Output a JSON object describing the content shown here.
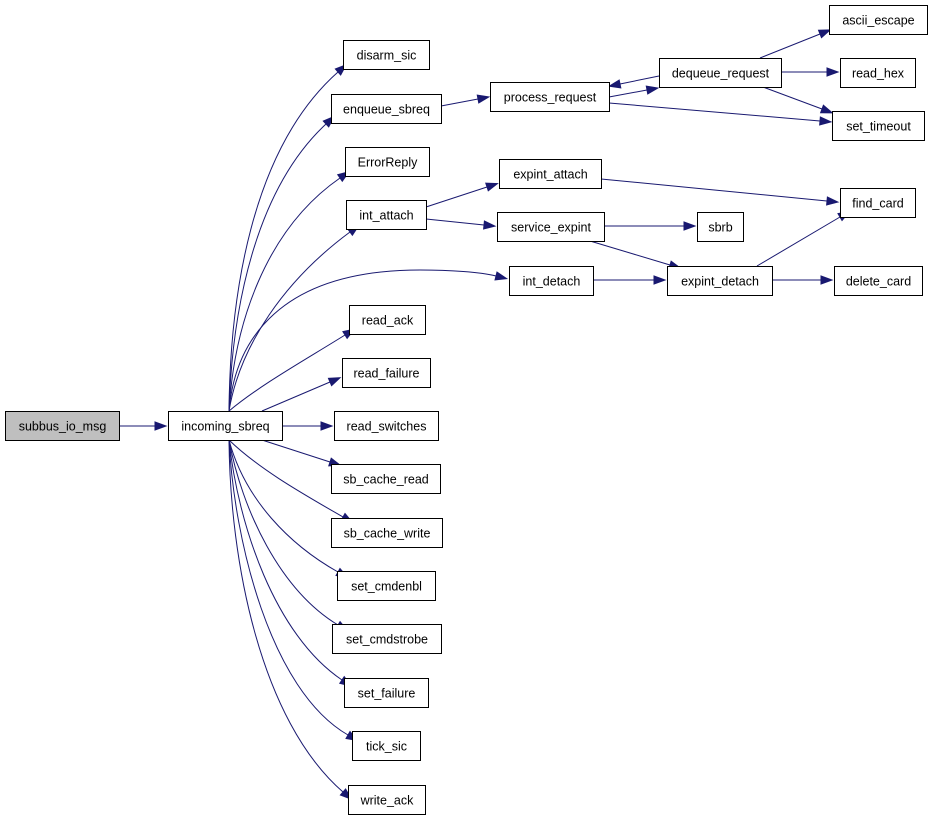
{
  "colors": {
    "edge": "#191970",
    "node_border": "#000000",
    "node_fill": "#ffffff",
    "root_fill": "#bfbfbf",
    "background": "#ffffff"
  },
  "nodes": [
    {
      "id": "subbus_io_msg",
      "label": "subbus_io_msg",
      "root": true
    },
    {
      "id": "incoming_sbreq",
      "label": "incoming_sbreq"
    },
    {
      "id": "disarm_sic",
      "label": "disarm_sic"
    },
    {
      "id": "enqueue_sbreq",
      "label": "enqueue_sbreq"
    },
    {
      "id": "ErrorReply",
      "label": "ErrorReply"
    },
    {
      "id": "int_attach",
      "label": "int_attach"
    },
    {
      "id": "int_detach",
      "label": "int_detach"
    },
    {
      "id": "read_ack",
      "label": "read_ack"
    },
    {
      "id": "read_failure",
      "label": "read_failure"
    },
    {
      "id": "read_switches",
      "label": "read_switches"
    },
    {
      "id": "sb_cache_read",
      "label": "sb_cache_read"
    },
    {
      "id": "sb_cache_write",
      "label": "sb_cache_write"
    },
    {
      "id": "set_cmdenbl",
      "label": "set_cmdenbl"
    },
    {
      "id": "set_cmdstrobe",
      "label": "set_cmdstrobe"
    },
    {
      "id": "set_failure",
      "label": "set_failure"
    },
    {
      "id": "tick_sic",
      "label": "tick_sic"
    },
    {
      "id": "write_ack",
      "label": "write_ack"
    },
    {
      "id": "process_request",
      "label": "process_request"
    },
    {
      "id": "dequeue_request",
      "label": "dequeue_request"
    },
    {
      "id": "ascii_escape",
      "label": "ascii_escape"
    },
    {
      "id": "read_hex",
      "label": "read_hex"
    },
    {
      "id": "set_timeout",
      "label": "set_timeout"
    },
    {
      "id": "expint_attach",
      "label": "expint_attach"
    },
    {
      "id": "service_expint",
      "label": "service_expint"
    },
    {
      "id": "sbrb",
      "label": "sbrb"
    },
    {
      "id": "expint_detach",
      "label": "expint_detach"
    },
    {
      "id": "find_card",
      "label": "find_card"
    },
    {
      "id": "delete_card",
      "label": "delete_card"
    }
  ],
  "edges": [
    {
      "from": "subbus_io_msg",
      "to": "incoming_sbreq"
    },
    {
      "from": "incoming_sbreq",
      "to": "disarm_sic"
    },
    {
      "from": "incoming_sbreq",
      "to": "enqueue_sbreq"
    },
    {
      "from": "incoming_sbreq",
      "to": "ErrorReply"
    },
    {
      "from": "incoming_sbreq",
      "to": "int_attach"
    },
    {
      "from": "incoming_sbreq",
      "to": "int_detach"
    },
    {
      "from": "incoming_sbreq",
      "to": "read_ack"
    },
    {
      "from": "incoming_sbreq",
      "to": "read_failure"
    },
    {
      "from": "incoming_sbreq",
      "to": "read_switches"
    },
    {
      "from": "incoming_sbreq",
      "to": "sb_cache_read"
    },
    {
      "from": "incoming_sbreq",
      "to": "sb_cache_write"
    },
    {
      "from": "incoming_sbreq",
      "to": "set_cmdenbl"
    },
    {
      "from": "incoming_sbreq",
      "to": "set_cmdstrobe"
    },
    {
      "from": "incoming_sbreq",
      "to": "set_failure"
    },
    {
      "from": "incoming_sbreq",
      "to": "tick_sic"
    },
    {
      "from": "incoming_sbreq",
      "to": "write_ack"
    },
    {
      "from": "enqueue_sbreq",
      "to": "process_request"
    },
    {
      "from": "process_request",
      "to": "dequeue_request"
    },
    {
      "from": "process_request",
      "to": "set_timeout"
    },
    {
      "from": "dequeue_request",
      "to": "process_request"
    },
    {
      "from": "dequeue_request",
      "to": "ascii_escape"
    },
    {
      "from": "dequeue_request",
      "to": "read_hex"
    },
    {
      "from": "dequeue_request",
      "to": "set_timeout"
    },
    {
      "from": "int_attach",
      "to": "expint_attach"
    },
    {
      "from": "int_attach",
      "to": "service_expint"
    },
    {
      "from": "expint_attach",
      "to": "find_card"
    },
    {
      "from": "service_expint",
      "to": "sbrb"
    },
    {
      "from": "service_expint",
      "to": "expint_detach"
    },
    {
      "from": "int_detach",
      "to": "expint_detach"
    },
    {
      "from": "expint_detach",
      "to": "find_card"
    },
    {
      "from": "expint_detach",
      "to": "delete_card"
    }
  ]
}
